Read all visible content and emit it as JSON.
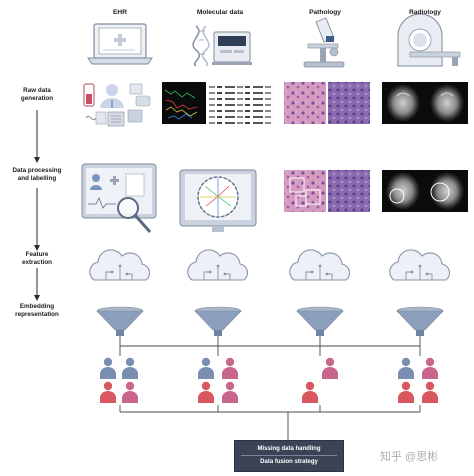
{
  "columns": [
    {
      "key": "ehr",
      "title": "EHR"
    },
    {
      "key": "molecular",
      "title": "Molecular data"
    },
    {
      "key": "pathology",
      "title": "Pathology"
    },
    {
      "key": "radiology",
      "title": "Radiology"
    }
  ],
  "stages": [
    {
      "key": "raw",
      "line1": "Raw data",
      "line2": "generation"
    },
    {
      "key": "processing",
      "line1": "Data processing",
      "line2": "and labelling"
    },
    {
      "key": "feature",
      "line1": "Feature",
      "line2": "extraction"
    },
    {
      "key": "embedding",
      "line1": "Embedding",
      "line2": "representation"
    }
  ],
  "fusion": {
    "missing": "Missing data handling",
    "strategy": "Data fusion strategy"
  },
  "watermark": "知乎 @思彬",
  "colors": {
    "arrow": "#2b2b2b",
    "line": "#4a4a4a",
    "person_blue": "#7a8fb0",
    "person_pink": "#c9668d",
    "person_red": "#d9575f",
    "funnel": "#8c9fbc",
    "cloud": "#edf1f7",
    "cloud_stroke": "#8a94a6",
    "monitor": "#c9d2de",
    "pathology_pink": "#c87aa8",
    "pathology_purple": "#6e4f9a",
    "scan_bg": "#0b0b0b",
    "box_bg": "#3a4456"
  }
}
